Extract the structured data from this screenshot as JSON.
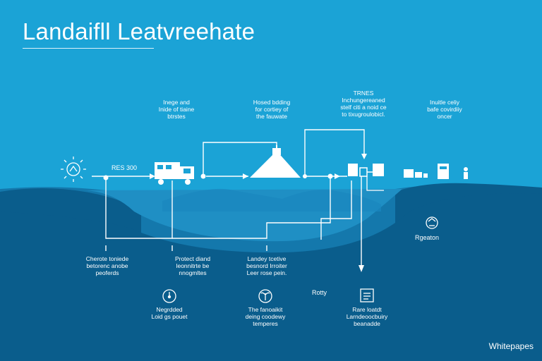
{
  "title": "Landaifll Leatvreehate",
  "top_labels": [
    "Inege and\nInide of tiaine\nbtrstes",
    "Hosed bdding\nfor cortiey of\nthe fauwate",
    "TRNES\nInchungereaned\nstelf citi a noid ce\nto tixugroulobicl.",
    "Inuitle celiy\nbafe covirdiiy\noncer"
  ],
  "sun_value": "RES 300",
  "mid_labels": [
    "Cherote toniede\nbetorenc anobe\npeoferds",
    "Protect diand\nleonnitrte be\nnnogmltes",
    "Landey tcetive\nbesnord Irroiter\nLeer rose pein."
  ],
  "bottom_labels": [
    "Negrdded\nLoid gs pouet",
    "The fanoaikit\ndeing coodewy\ntemperes",
    "Rare loatdt\nLarndeoocbuiry\nbeanadde"
  ],
  "side_label": "Rgeaton",
  "arrow_label": "Rotty",
  "footer": "Whitepapes",
  "colors": {
    "sky": "#1ba3d6",
    "ground": "#0a5d8c",
    "ground_mid": "#1478ac",
    "pond": "#1f8fc4",
    "line": "#ffffff"
  },
  "icons": [
    "sun-icon",
    "truck-icon",
    "landfill-mound-icon",
    "treatment-plant-icon",
    "factory-icon",
    "tank-icon",
    "person-icon",
    "recycle-icon",
    "gauge-icon",
    "sprout-icon",
    "document-icon"
  ]
}
